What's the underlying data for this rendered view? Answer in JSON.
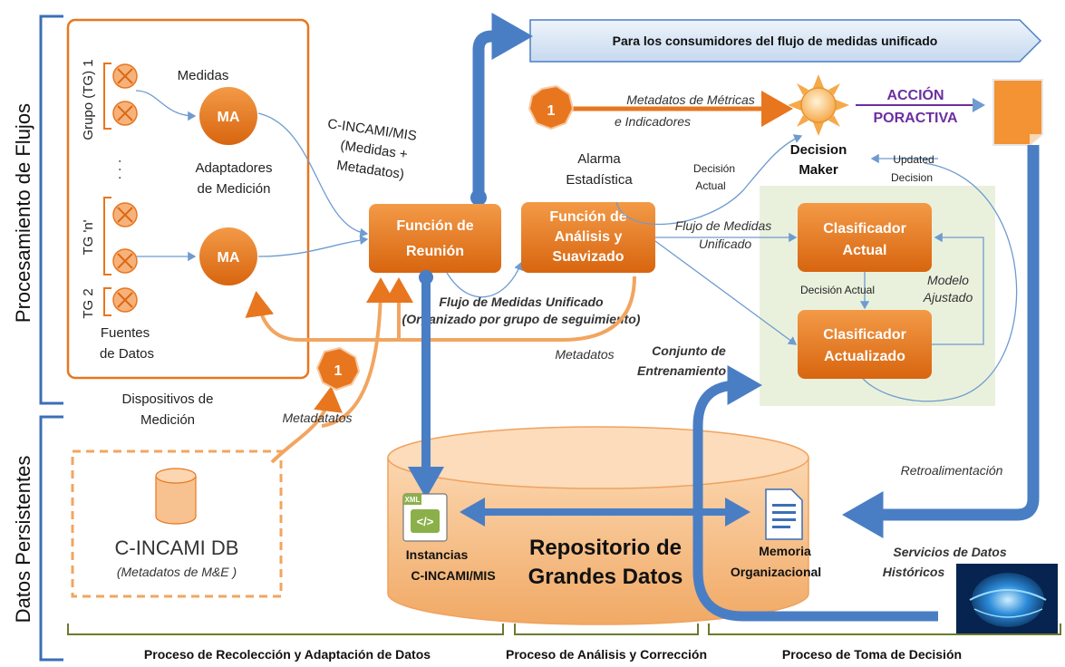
{
  "side_labels": {
    "top": "Procesamiento de Flujos",
    "bottom": "Datos Persistentes"
  },
  "top_banner": "Para los consumidores del flujo de medidas unificado",
  "sources": {
    "groups": [
      "Grupo (TG) 1",
      "TG 'n'",
      "TG 2"
    ],
    "dots": "· · ·",
    "label_line1": "Fuentes",
    "label_line2": "de Datos",
    "devices_line1": "Dispositivos de",
    "devices_line2": "Medición"
  },
  "adapters": {
    "medidas": "Medidas",
    "ma": "MA",
    "label_line1": "Adaptadores",
    "label_line2": "de Medición"
  },
  "cincami_mis": [
    "C-INCAMI/MIS",
    "(Medidas +",
    "Metadatos)"
  ],
  "funcion_reunion": [
    "Función de",
    "Reunión"
  ],
  "funcion_analisis": [
    "Función de",
    "Análisis y",
    "Suavizado"
  ],
  "flujo_unificado": [
    "Flujo de Medidas Unificado",
    "(Organizado por grupo de seguimiento)"
  ],
  "metadatos": "Metadatos",
  "metadatatos": "Metadatatos",
  "badge": "1",
  "metadatos_metricas": [
    "Metadatos de Métricas",
    "e Indicadores"
  ],
  "alarma": [
    "Alarma",
    "Estadística"
  ],
  "decision_maker": [
    "Decision",
    "Maker"
  ],
  "accion": [
    "ACCIÓN",
    "PORACTIVA"
  ],
  "decision_actual_top": [
    "Decisión",
    "Actual"
  ],
  "updated_decision": [
    "Updated",
    "Decision"
  ],
  "flujo_medidas_unificado": [
    "Flujo de Medidas",
    "Unificado"
  ],
  "clasificador_actual": [
    "Clasificador",
    "Actual"
  ],
  "decision_actual_mid": "Decisión Actual",
  "modelo_ajustado": [
    "Modelo",
    "Ajustado"
  ],
  "clasificador_actualizado": [
    "Clasificador",
    "Actualizado"
  ],
  "conjunto": [
    "Conjunto de",
    "Entrenamiento"
  ],
  "retroalimentacion": "Retroalimentación",
  "db": {
    "name": "C-INCAMI DB",
    "sub": "(Metadatos de M&E )"
  },
  "repo": {
    "title_line1": "Repositorio de",
    "title_line2": "Grandes Datos",
    "instancias_line1": "Instancias",
    "instancias_line2": "C-INCAMI/MIS",
    "memoria_line1": "Memoria",
    "memoria_line2": "Organizacional",
    "xml_tag": "XML"
  },
  "servicios": [
    "Servicios de Datos",
    "Históricos"
  ],
  "processes": [
    "Proceso de Recolección y Adaptación de Datos",
    "Proceso de Análisis y Corrección",
    "Proceso de Toma de Decisión"
  ],
  "colors": {
    "orange": "#e8761f",
    "orange_light": "#f6c08e",
    "blue_arrow": "#4a7ec4",
    "thin_line": "#6e9bd0",
    "green_bg": "#e9f1dd",
    "purple": "#6b2fa0",
    "bracket_blue": "#3b6fb6",
    "bracket_green": "#6b7a2e"
  }
}
